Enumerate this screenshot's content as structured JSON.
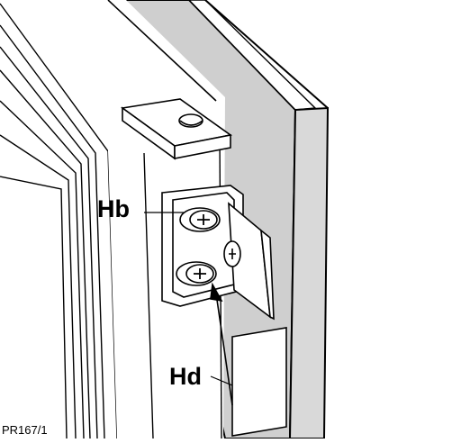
{
  "labels": {
    "hinge_bracket": "Hb",
    "door_hinge_plate": "Hd",
    "figure_ref": "PR167/1"
  },
  "colors": {
    "outline": "#000000",
    "panel_grey": "#cfcfcf",
    "door_edge_grey": "#d9d9d9",
    "background": "#ffffff"
  }
}
